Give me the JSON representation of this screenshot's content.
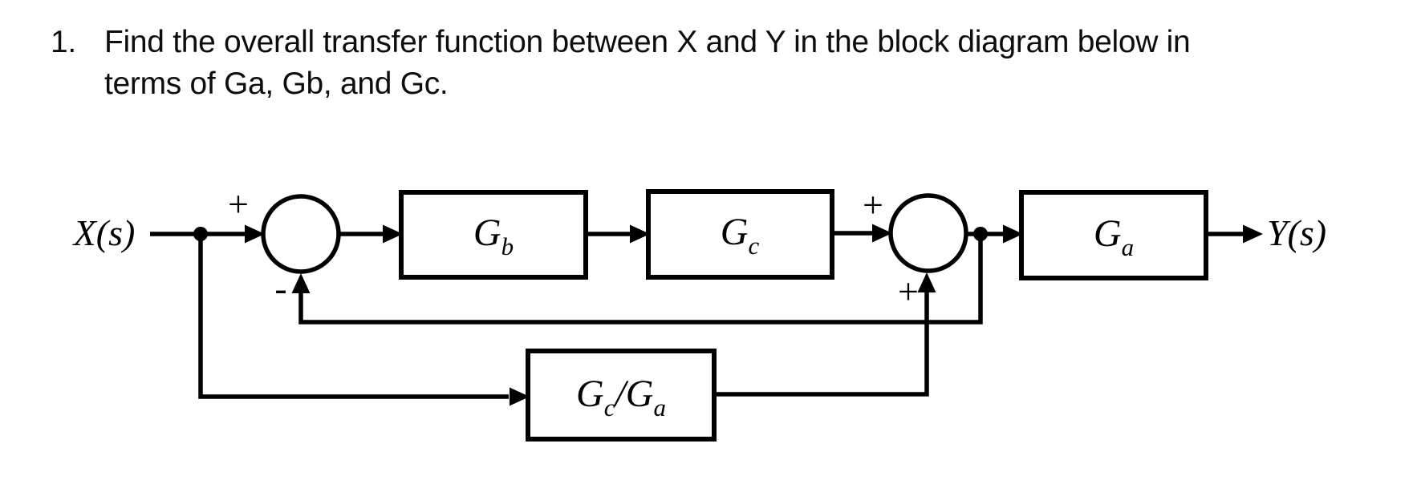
{
  "question": {
    "number": "1.",
    "line1": "Find the overall transfer function between X and Y in the block diagram below in",
    "line2": "terms of Ga, Gb, and Gc."
  },
  "diagram": {
    "input_label": "X(s)",
    "output_label": "Y(s)",
    "sum1": {
      "top_sign": "+",
      "bottom_sign": "-"
    },
    "sum2": {
      "left_sign": "+",
      "bottom_sign": "+"
    },
    "blocks": {
      "gb": {
        "main": "G",
        "sub": "b"
      },
      "gc": {
        "main": "G",
        "sub": "c"
      },
      "ga": {
        "main": "G",
        "sub": "a"
      },
      "gcga": {
        "main1": "G",
        "sub1": "c",
        "slash": "/",
        "main2": "G",
        "sub2": "a"
      }
    },
    "colors": {
      "line": "#000000",
      "background": "#ffffff"
    }
  }
}
